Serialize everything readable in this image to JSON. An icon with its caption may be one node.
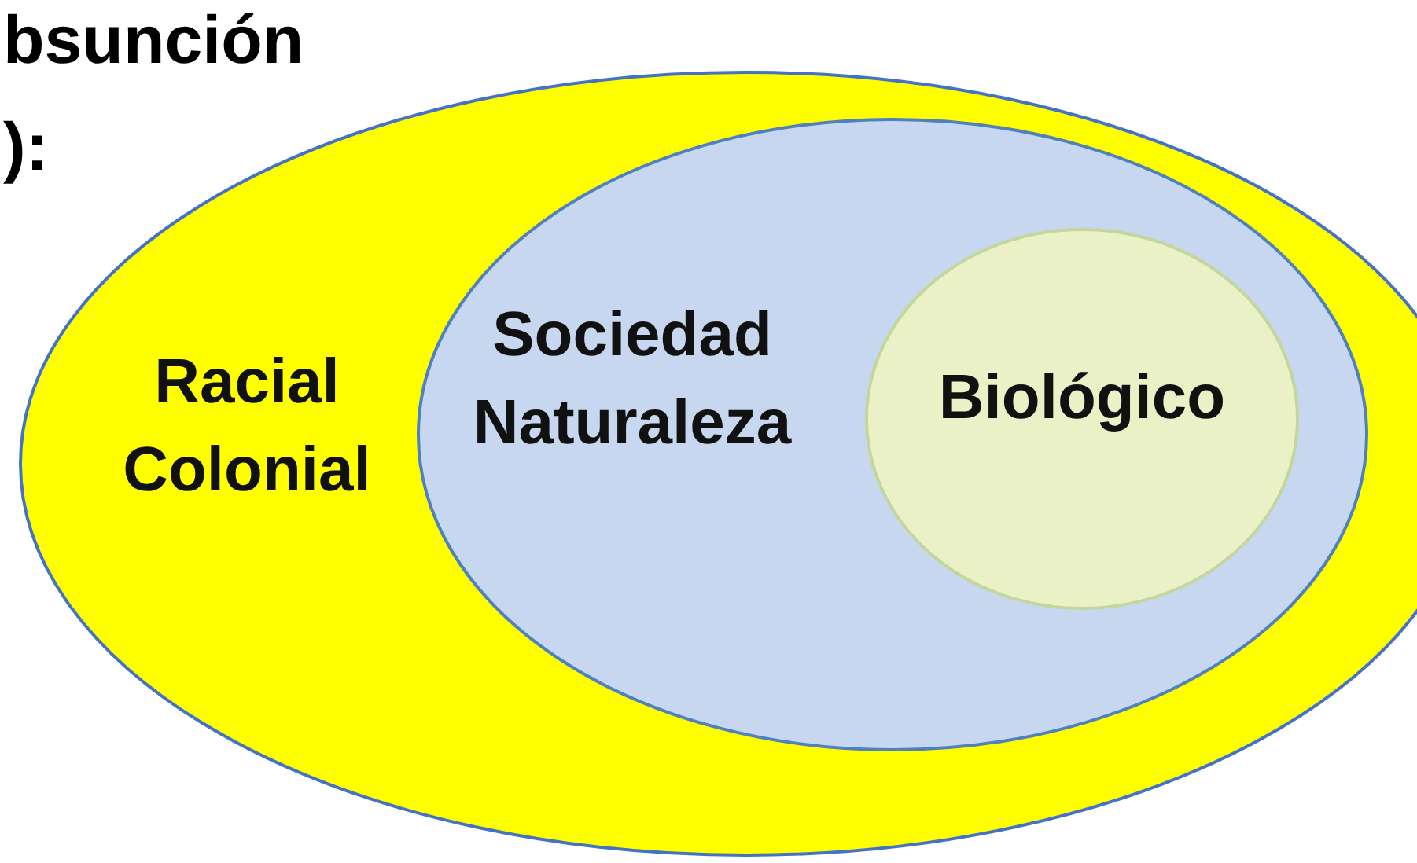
{
  "diagram": {
    "title": "bsunción ):",
    "nodes": [
      {
        "text": [
          "Racial Colonial"
        ]
      },
      {
        "text": [
          "Sociedad Naturaleza"
        ],
        "in": 0
      },
      {
        "text": [
          "Biológico"
        ],
        "in": 1
      }
    ]
  }
}
